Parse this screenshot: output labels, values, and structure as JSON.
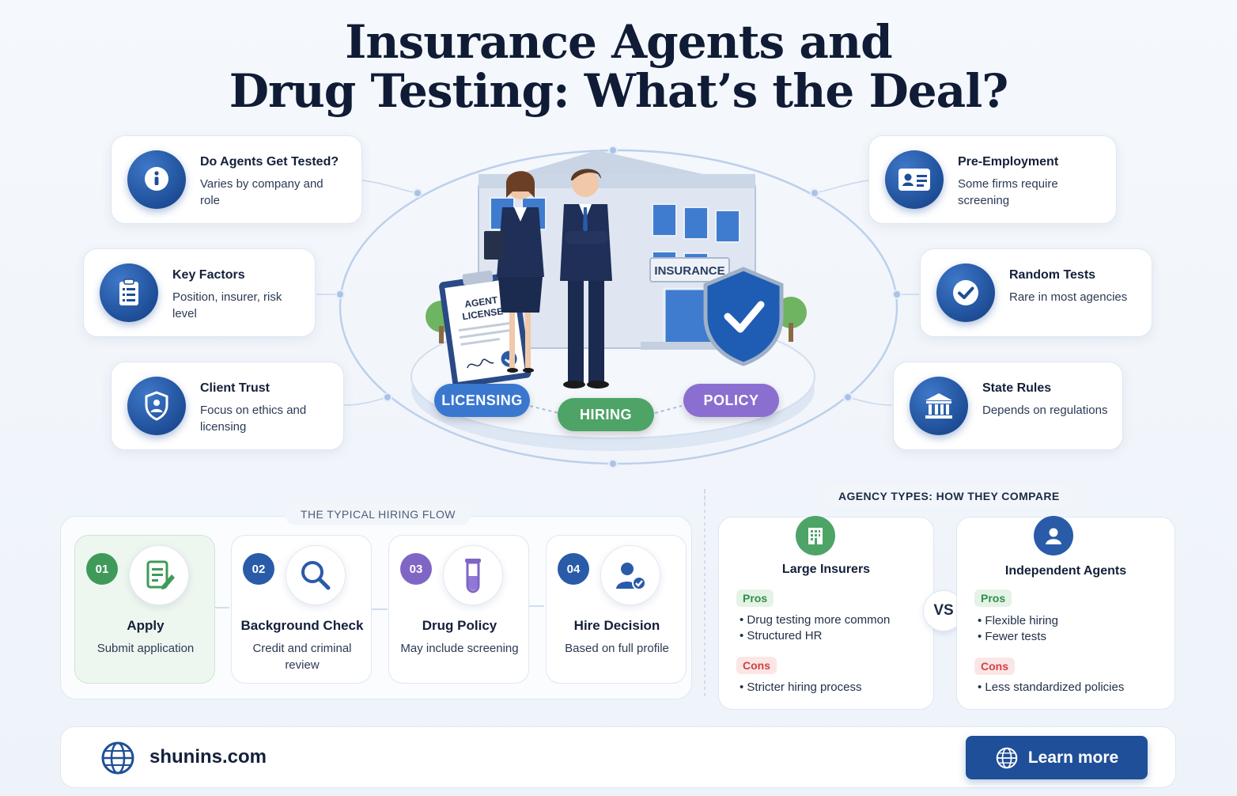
{
  "title": {
    "line1": "Insurance Agents and",
    "line2": "Drug Testing: What’s the Deal?"
  },
  "left_cards": [
    {
      "icon": "info-icon",
      "title": "Do Agents Get Tested?",
      "text": "Varies by company and role"
    },
    {
      "icon": "clipboard-icon",
      "title": "Key Factors",
      "text": "Position, insurer, risk level"
    },
    {
      "icon": "shield-person-icon",
      "title": "Client Trust",
      "text": "Focus on ethics and licensing"
    }
  ],
  "right_cards": [
    {
      "icon": "id-card-icon",
      "title": "Pre-Employment",
      "text": "Some firms require screening"
    },
    {
      "icon": "check-circle-icon",
      "title": "Random Tests",
      "text": "Rare in most agencies"
    },
    {
      "icon": "bank-icon",
      "title": "State Rules",
      "text": "Depends on regulations"
    }
  ],
  "illustration": {
    "sign": "INSURANCE",
    "license_line1": "AGENT",
    "license_line2": "LICENSE",
    "pills": [
      {
        "label": "LICENSING",
        "color": "#3a78d0"
      },
      {
        "label": "HIRING",
        "color": "#4da466"
      },
      {
        "label": "POLICY",
        "color": "#8a6fd0"
      }
    ]
  },
  "hiring_flow": {
    "label": "THE TYPICAL HIRING FLOW",
    "steps": [
      {
        "num": "01",
        "icon": "application-icon",
        "title": "Apply",
        "text": "Submit application",
        "color": "#3f9a5a"
      },
      {
        "num": "02",
        "icon": "search-icon",
        "title": "Background Check",
        "text": "Credit and criminal review",
        "color": "#2a5ba8"
      },
      {
        "num": "03",
        "icon": "test-tube-icon",
        "title": "Drug Policy",
        "text": "May include screening",
        "color": "#7f66c4"
      },
      {
        "num": "04",
        "icon": "user-check-icon",
        "title": "Hire Decision",
        "text": "Based on full profile",
        "color": "#2a5ba8"
      }
    ]
  },
  "comparison": {
    "label": "AGENCY TYPES: HOW THEY COMPARE",
    "vs": "VS",
    "large": {
      "icon": "building-icon",
      "title": "Large Insurers",
      "pros_label": "Pros",
      "pros": [
        "Drug testing more common",
        "Structured HR"
      ],
      "cons_label": "Cons",
      "cons": [
        "Stricter hiring process"
      ]
    },
    "independent": {
      "icon": "user-icon",
      "title": "Independent Agents",
      "pros_label": "Pros",
      "pros": [
        "Flexible hiring",
        "Fewer tests"
      ],
      "cons_label": "Cons",
      "cons": [
        "Less standardized policies"
      ]
    }
  },
  "footer": {
    "site": "shunins.com",
    "button": "Learn more"
  },
  "colors": {
    "navy": "#1f4f98",
    "green": "#4da466",
    "purple": "#8a6fd0",
    "red": "#d34141"
  }
}
